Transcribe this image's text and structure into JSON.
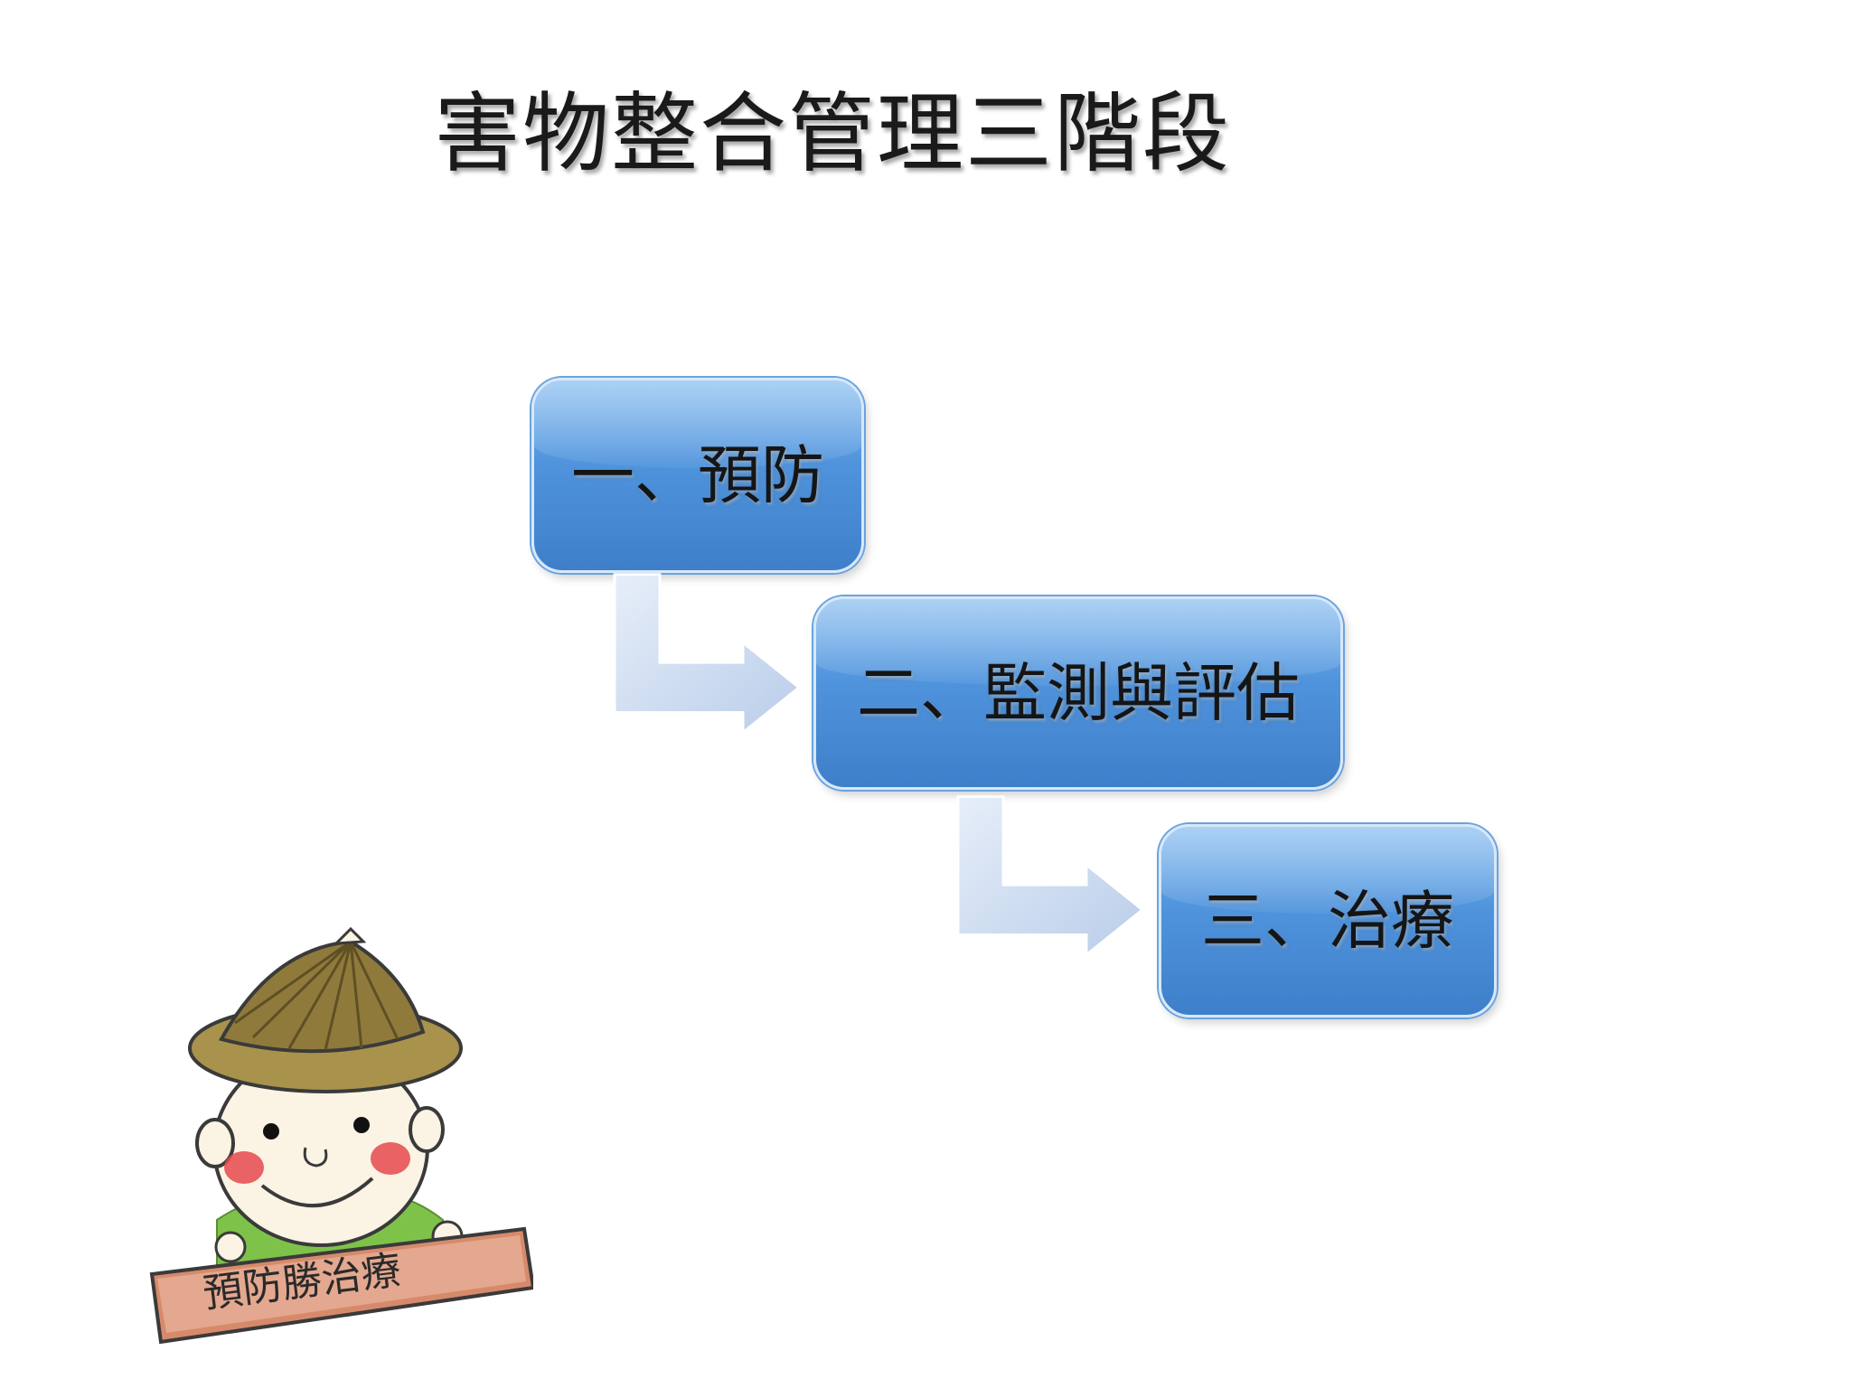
{
  "title": "害物整合管理三階段",
  "stages": [
    {
      "label": "一、預防"
    },
    {
      "label": "二、監測與評估"
    },
    {
      "label": "三、治療"
    }
  ],
  "mascot": {
    "sign_text": "預防勝治療",
    "icon": "farmer-with-hat-illustration"
  },
  "colors": {
    "stage_fill_top": "#79b4ee",
    "stage_fill_bottom": "#3f7fca",
    "arrow_fill": "#c8d8ee",
    "title_text": "#1a1a1a"
  }
}
